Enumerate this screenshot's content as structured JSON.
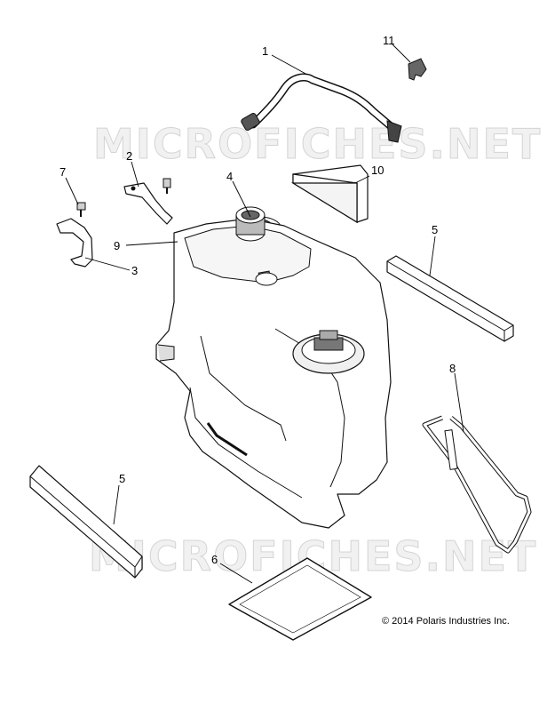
{
  "watermark_text": "MICROFICHES.NET",
  "copyright": "© 2014 Polaris Industries Inc.",
  "callouts": {
    "c1": "1",
    "c2": "2",
    "c3": "3",
    "c4": "4",
    "c5a": "5",
    "c5b": "5",
    "c6": "6",
    "c7": "7",
    "c8": "8",
    "c9": "9",
    "c10": "10",
    "c11": "11"
  }
}
